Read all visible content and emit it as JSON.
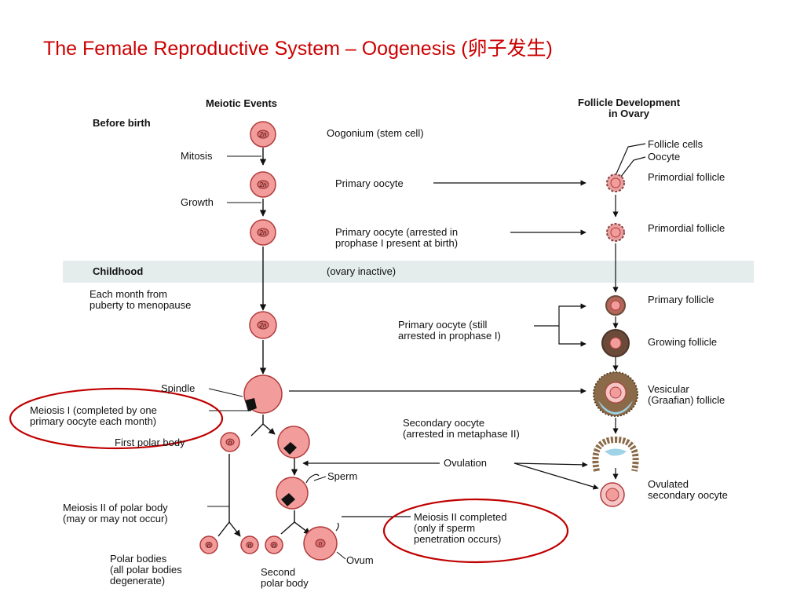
{
  "slide": {
    "title": "The Female Reproductive System – Oogenesis (卵子发生)"
  },
  "diagram": {
    "headers": {
      "meiotic_events": "Meiotic Events",
      "follicle_development": "Follicle Development\nin Ovary"
    },
    "stages": {
      "before_birth": "Before birth",
      "childhood": "Childhood",
      "each_month": "Each month from\npuberty to menopause"
    },
    "process_labels": {
      "mitosis": "Mitosis",
      "growth": "Growth",
      "spindle": "Spindle",
      "meiosis_one": "Meiosis I (completed by one\nprimary oocyte each month)",
      "first_polar_body": "First polar body",
      "meiosis_two_polar": "Meiosis II of polar body\n(may or may not occur)",
      "polar_bodies": "Polar bodies\n(all polar bodies\ndegenerate)",
      "second_polar_body": "Second\npolar body",
      "sperm": "Sperm",
      "ovum": "Ovum",
      "meiosis_two_completed": "Meiosis II completed\n(only if sperm\npenetration occurs)"
    },
    "cell_descriptions": {
      "oogonium": "Oogonium (stem cell)",
      "primary_oocyte": "Primary oocyte",
      "primary_oocyte_arrested": "Primary oocyte (arrested in\nprophase I present at birth)",
      "ovary_inactive": "(ovary inactive)",
      "primary_oocyte_still": "Primary oocyte (still\narrested in prophase I)",
      "secondary_oocyte": "Secondary oocyte\n(arrested in metaphase II)",
      "ovulation": "Ovulation"
    },
    "follicle_labels": {
      "follicle_cells": "Follicle cells",
      "oocyte": "Oocyte",
      "primordial_1": "Primordial follicle",
      "primordial_2": "Primordial follicle",
      "primary_follicle": "Primary follicle",
      "growing_follicle": "Growing follicle",
      "vesicular": "Vesicular\n(Graafian) follicle",
      "ovulated": "Ovulated\nsecondary oocyte"
    },
    "ploidy": {
      "diploid": "2n",
      "haploid": "n"
    },
    "colors": {
      "cell_fill": "#f29c9c",
      "cell_stroke": "#b23a3a",
      "title": "#cc0000",
      "ellipse_highlight": "#c00000",
      "band": "#e4ecec",
      "follicle_ring": "#6b4a3a",
      "antrum": "#9fd3e8"
    }
  }
}
